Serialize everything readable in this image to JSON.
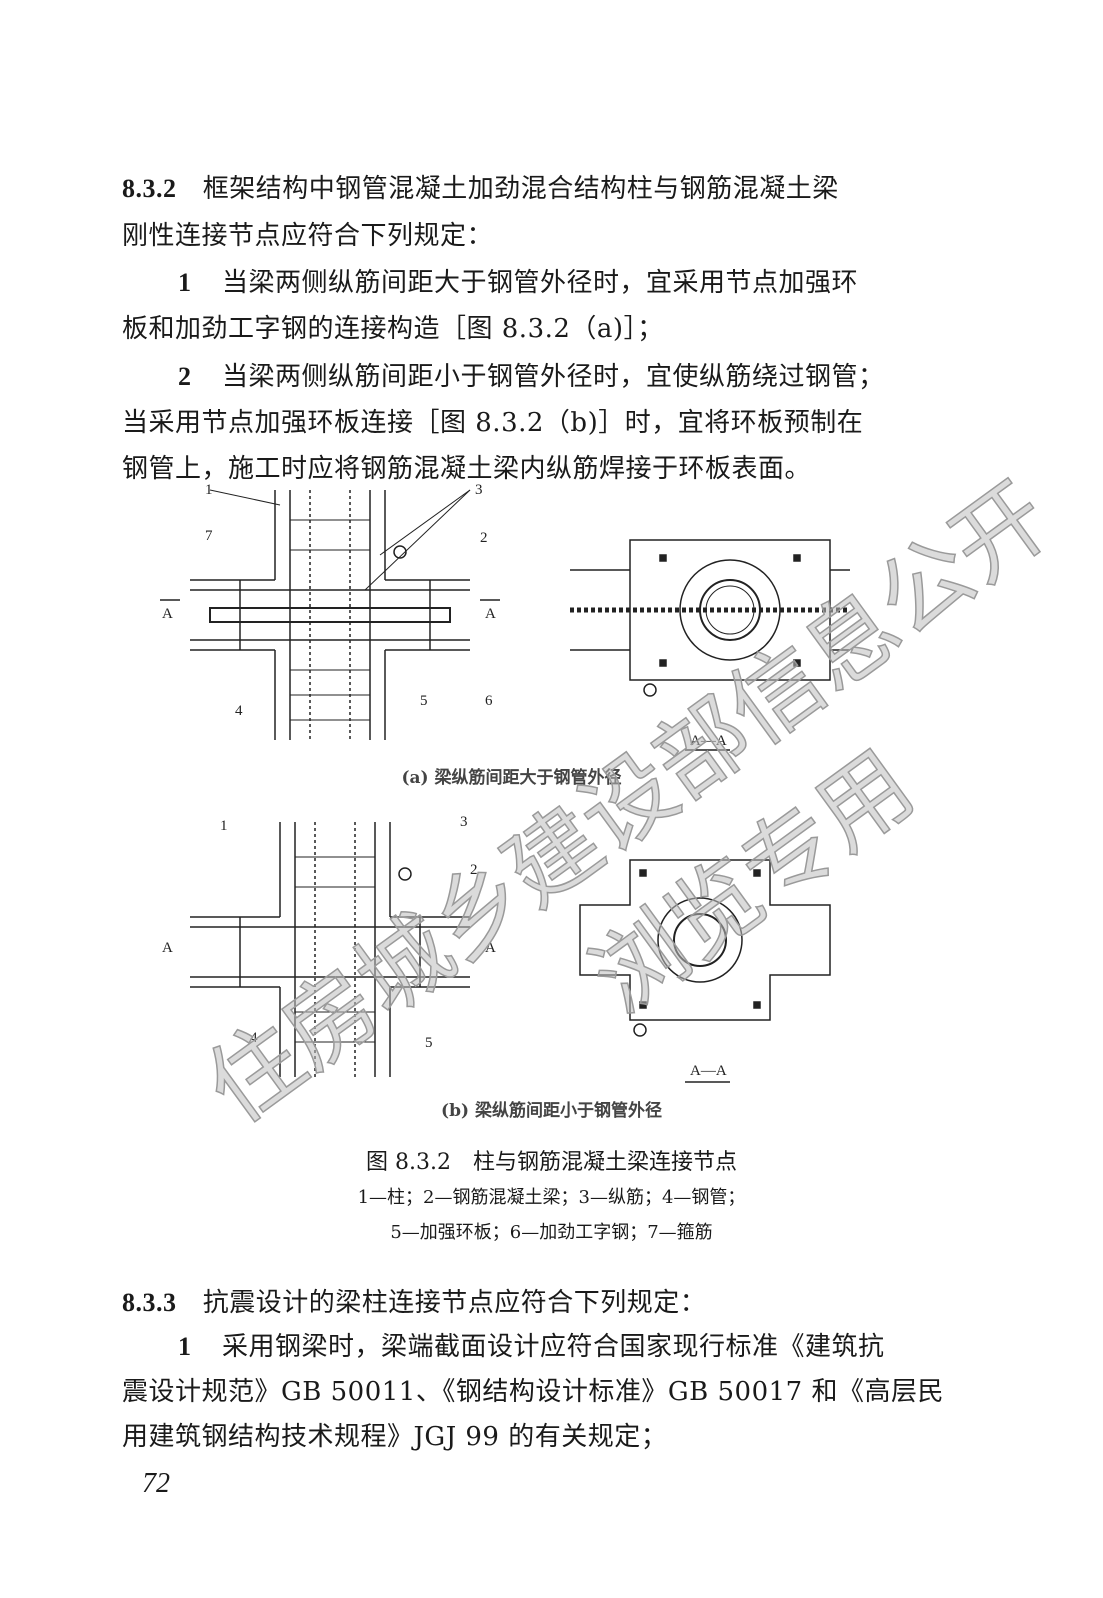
{
  "section_832": {
    "number": "8.3.2",
    "line1": "框架结构中钢管混凝土加劲混合结构柱与钢筋混凝土梁",
    "line2": "刚性连接节点应符合下列规定：",
    "item1_num": "1",
    "item1_line1": "当梁两侧纵筋间距大于钢管外径时，宜采用节点加强环",
    "item1_line2": "板和加劲工字钢的连接构造［图 8.3.2（a)］；",
    "item2_num": "2",
    "item2_line1": "当梁两侧纵筋间距小于钢管外径时，宜使纵筋绕过钢管；",
    "item2_line2": "当采用节点加强环板连接［图 8.3.2（b)］时，宜将环板预制在",
    "item2_line3": "钢管上，施工时应将钢筋混凝土梁内纵筋焊接于环板表面。"
  },
  "figure": {
    "caption_a": "(a) 梁纵筋间距大于钢管外径",
    "caption_b": "(b) 梁纵筋间距小于钢管外径",
    "section_label": "A—A",
    "cut_label": "A",
    "title": "图 8.3.2　柱与钢筋混凝土梁连接节点",
    "legend_line1": "1—柱；2—钢筋混凝土梁；3—纵筋；4—钢管；",
    "legend_line2": "5—加强环板；6—加劲工字钢；7—箍筋",
    "labels": [
      "1",
      "2",
      "3",
      "4",
      "5",
      "6",
      "7"
    ]
  },
  "section_833": {
    "number": "8.3.3",
    "line1": "抗震设计的梁柱连接节点应符合下列规定：",
    "item1_num": "1",
    "item1_line1": "采用钢梁时，梁端截面设计应符合国家现行标准《建筑抗",
    "item1_line2": "震设计规范》GB 50011、《钢结构设计标准》GB 50017 和《高层民",
    "item1_line3": "用建筑钢结构技术规程》JGJ 99 的有关规定；"
  },
  "watermark": {
    "line1": "住房城乡建设部信息公开",
    "line2": "浏览专用"
  },
  "page_number": "72"
}
